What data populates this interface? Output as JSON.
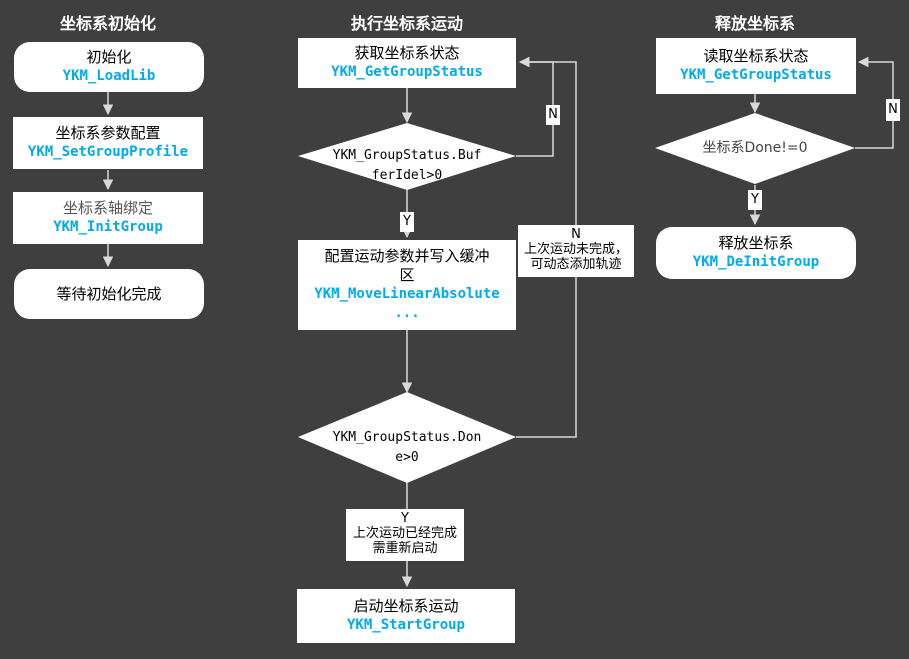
{
  "colors": {
    "background": "#3f3f3f",
    "box": "#ffffff",
    "function_name": "#00aaee",
    "line": "#d9d9d9"
  },
  "columns": {
    "init": {
      "title": "坐标系初始化",
      "steps": [
        {
          "label": "初始化",
          "func": "YKM_LoadLib"
        },
        {
          "label": "坐标系参数配置",
          "func": "YKM_SetGroupProfile"
        },
        {
          "label": "坐标系轴绑定",
          "func": "YKM_InitGroup"
        },
        {
          "label": "等待初始化完成"
        }
      ]
    },
    "run": {
      "title": "执行坐标系运动",
      "get_status": {
        "label": "获取坐标系状态",
        "func": "YKM_GetGroupStatus"
      },
      "decision_buffer": {
        "line1": "YKM_GroupStatus.Buf",
        "line2": "ferIdel>0"
      },
      "write_buffer": {
        "line1": "配置运动参数并写入缓冲",
        "line2": "区",
        "func": "YKM_MoveLinearAbsolute",
        "more": "..."
      },
      "decision_done": {
        "line1": "YKM_GroupStatus.Don",
        "line2": "e>0"
      },
      "start": {
        "label": "启动坐标系运动",
        "func": "YKM_StartGroup"
      },
      "label_n1": "N",
      "label_y1": "Y",
      "label_n2": {
        "l1": "N",
        "l2": "上次运动未完成，",
        "l3": "可动态添加轨迹"
      },
      "label_y2": {
        "l1": "Y",
        "l2": "上次运动已经完成",
        "l3": "需重新启动"
      }
    },
    "release": {
      "title": "释放坐标系",
      "read_status": {
        "label": "读取坐标系状态",
        "func": "YKM_GetGroupStatus"
      },
      "decision": "坐标系Done!=0",
      "label_n": "N",
      "label_y": "Y",
      "release_step": {
        "label": "释放坐标系",
        "func": "YKM_DeInitGroup"
      }
    }
  }
}
